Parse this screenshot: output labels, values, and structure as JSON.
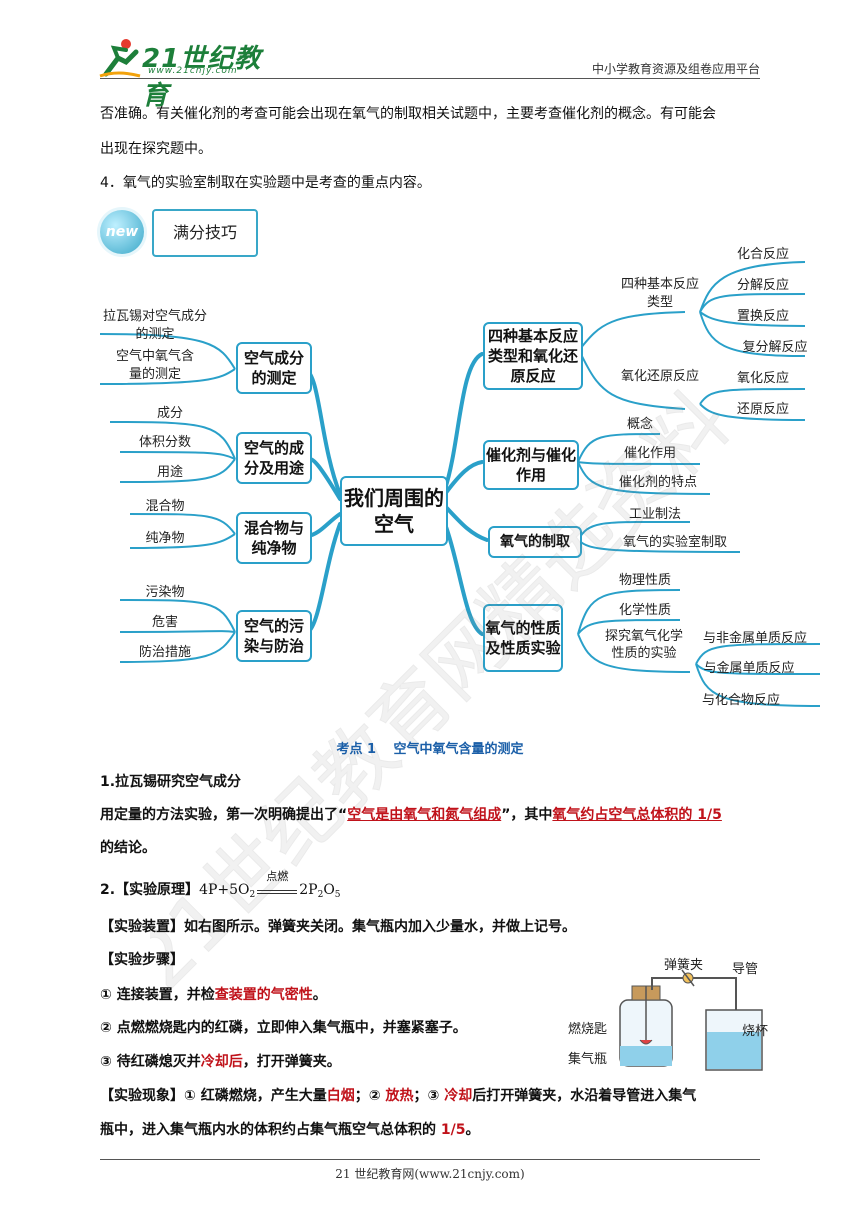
{
  "header": {
    "logo_text": "21世纪教育",
    "logo_url": "www.21cnjy.com",
    "platform": "中小学教育资源及组卷应用平台"
  },
  "intro": {
    "line1": "否准确。有关催化剂的考查可能会出现在氧气的制取相关试题中，主要考查催化剂的概念。有可能会",
    "line2": "出现在探究题中。",
    "line3": "4．氧气的实验室制取在实验题中是考查的重点内容。"
  },
  "badge": {
    "icon_text": "new",
    "label": "满分技巧"
  },
  "mindmap": {
    "center": "我们周围的空气",
    "left": [
      {
        "node": "空气成分的测定",
        "leaves": [
          "拉瓦锡对空气成分的测定",
          "空气中氧气含量的测定"
        ]
      },
      {
        "node": "空气的成分及用途",
        "leaves": [
          "成分",
          "体积分数",
          "用途"
        ]
      },
      {
        "node": "混合物与纯净物",
        "leaves": [
          "混合物",
          "纯净物"
        ]
      },
      {
        "node": "空气的污染与防治",
        "leaves": [
          "污染物",
          "危害",
          "防治措施"
        ]
      }
    ],
    "right": [
      {
        "node": "四种基本反应类型和氧化还原反应",
        "groups": [
          {
            "label": "四种基本反应类型",
            "leaves": [
              "化合反应",
              "分解反应",
              "置换反应",
              "复分解反应"
            ]
          },
          {
            "label": "氧化还原反应",
            "leaves": [
              "氧化反应",
              "还原反应"
            ]
          }
        ]
      },
      {
        "node": "催化剂与催化作用",
        "leaves": [
          "概念",
          "催化作用",
          "催化剂的特点"
        ]
      },
      {
        "node": "氧气的制取",
        "leaves": [
          "工业制法",
          "氧气的实验室制取"
        ]
      },
      {
        "node": "氧气的性质及性质实验",
        "leaves": [
          "物理性质",
          "化学性质"
        ],
        "group": {
          "label": "探究氧气化学性质的实验",
          "leaves": [
            "与非金属单质反应",
            "与金属单质反应",
            "与化合物反应"
          ]
        }
      }
    ]
  },
  "section": {
    "title": "考点 1　 空气中氧气含量的测定"
  },
  "content": {
    "h1": "1.拉瓦锡研究空气成分",
    "p1_a": "用定量的方法实验，第一次明确提出了“",
    "p1_red1": "空气是由氧气和氮气组成",
    "p1_b": "”，其中",
    "p1_red2": "氧气约占空气总体积的 1/5",
    "p1_c": "的结论。",
    "principle_label": "2.【实验原理】",
    "principle_condition": "点燃",
    "apparatus": "【实验装置】如右图所示。弹簧夹关闭。集气瓶内加入少量水，并做上记号。",
    "steps_title": "【实验步骤】",
    "step1_a": "① 连接装置，并检",
    "step1_red": "查装置的气密性",
    "step1_b": "。",
    "step2": "② 点燃燃烧匙内的红磷，立即伸入集气瓶中，并塞紧塞子。",
    "step3_a": "③ 待红磷熄灭并",
    "step3_red": "冷却后",
    "step3_b": "，打开弹簧夹。",
    "phen_a": "【实验现象】① 红磷燃烧，产生大量",
    "phen_red1": "白烟",
    "phen_b": "；② ",
    "phen_red2": "放热",
    "phen_c": "；③ ",
    "phen_red3": "冷却",
    "phen_d": "后打开弹簧夹，水沿着导管进入集气",
    "phen_line2_a": "瓶中，进入集气瓶内水的体积约占集气瓶空气总体积的 ",
    "phen_red4": "1/5",
    "phen_line2_b": "。"
  },
  "apparatus_labels": {
    "clip": "弹簧夹",
    "tube": "导管",
    "spoon": "燃烧匙",
    "bottle": "集气瓶",
    "beaker": "烧杯"
  },
  "watermark": "21世纪教育网精选资料",
  "footer": "21 世纪教育网(www.21cnjy.com)"
}
